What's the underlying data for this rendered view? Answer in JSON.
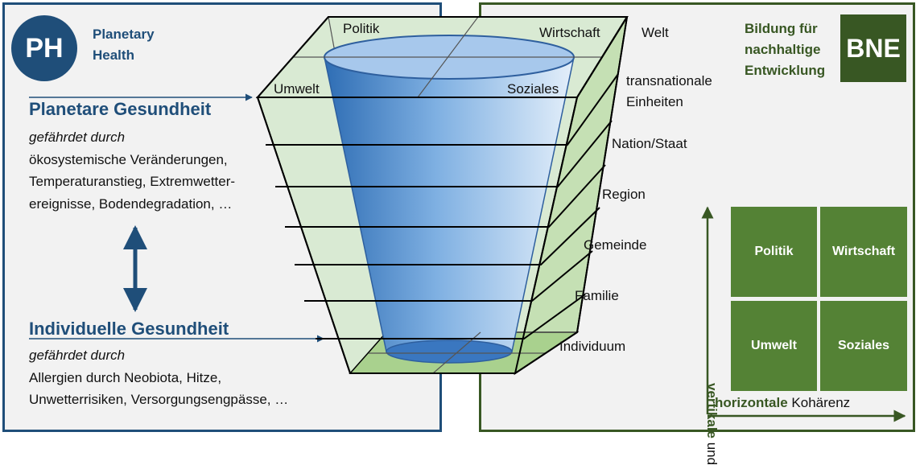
{
  "left": {
    "badge": "PH",
    "title_line1": "Planetary",
    "title_line2": "Health",
    "planetary": {
      "heading": "Planetare Gesundheit",
      "threat_label": "gefährdet durch",
      "lines": [
        "ökosystemische Veränderungen,",
        "Temperaturanstieg, Extremwetter-",
        "ereignisse, Bodendegradation, …"
      ]
    },
    "individual": {
      "heading": "Individuelle Gesundheit",
      "threat_label": "gefährdet durch",
      "lines": [
        "Allergien durch Neobiota, Hitze,",
        "Unwetterrisiken, Versorgungsengpässe, …"
      ]
    }
  },
  "cube": {
    "top_labels": {
      "back_left": "Politik",
      "back_right": "Wirtschaft",
      "front_left": "Umwelt",
      "front_right": "Soziales"
    }
  },
  "levels": [
    "Welt",
    "transnationale",
    "Einheiten",
    "Nation/Staat",
    "Region",
    "Gemeinde",
    "Familie",
    "Individuum"
  ],
  "right": {
    "badge": "BNE",
    "title_lines": [
      "Bildung für",
      "nachhaltige",
      "Entwicklung"
    ],
    "quadrants": [
      "Politik",
      "Wirtschaft",
      "Umwelt",
      "Soziales"
    ],
    "axis": {
      "vertical_bold": "vertikale",
      "vertical_rest": " und",
      "horizontal_bold": "horizontale",
      "horizontal_rest": " Kohärenz"
    }
  },
  "colors": {
    "blue": "#1f4e79",
    "green": "#385723",
    "quad_green": "#548235",
    "cube_face": "#d9ead3"
  }
}
